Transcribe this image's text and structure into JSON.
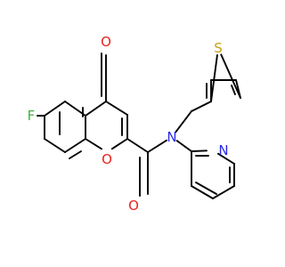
{
  "molecule": {
    "bond_color": "#000000",
    "atoms": [
      {
        "id": "F1",
        "symbol": "F",
        "color": "#3cb43c"
      },
      {
        "id": "O4",
        "symbol": "O",
        "color": "#e8231e"
      },
      {
        "id": "O1",
        "symbol": "O",
        "color": "#e8231e"
      },
      {
        "id": "Oam",
        "symbol": "O",
        "color": "#e8231e"
      },
      {
        "id": "Nam",
        "symbol": "N",
        "color": "#2a2ae8"
      },
      {
        "id": "Npy",
        "symbol": "N",
        "color": "#2a2ae8"
      },
      {
        "id": "S1",
        "symbol": "S",
        "color": "#c8a014"
      }
    ]
  }
}
